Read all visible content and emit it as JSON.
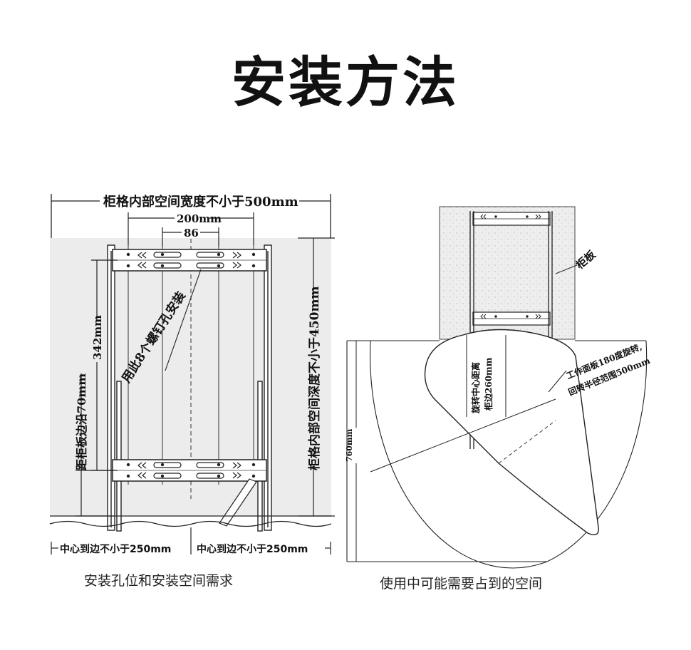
{
  "title": "安装方法",
  "left_figure": {
    "caption": "安装孔位和安装空间需求",
    "label_width": "柜格内部空间宽度不小于500mm",
    "label_200": "200mm",
    "label_86": "86",
    "label_342": "342mm",
    "label_screw": "用此8个螺钉孔安装",
    "label_70": "距柜板边沿70mm",
    "label_depth": "柜格内部空间深度不小于450mm",
    "label_center_left": "中心到边不小于250mm",
    "label_center_right": "中心到边不小于250mm"
  },
  "right_figure": {
    "caption": "使用中可能需要占到的空间",
    "label_panel": "柜板",
    "label_rotation_1": "旋转中心距离",
    "label_rotation_2": "柜边260mm",
    "label_work_1": "工作面板180度旋转,",
    "label_work_2": "回转半径范围500mm",
    "label_760": "760mm"
  }
}
